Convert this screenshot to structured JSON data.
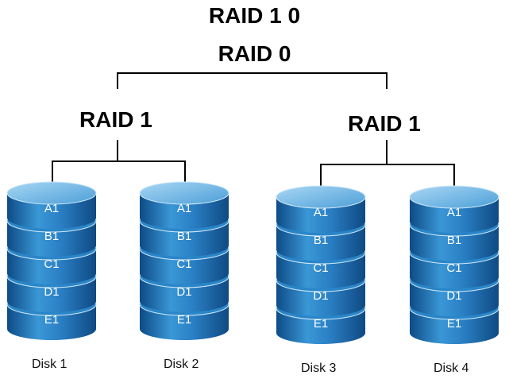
{
  "title": "RAID 1 0",
  "subtitle": "RAID 0",
  "groups": [
    {
      "label": "RAID 1"
    },
    {
      "label": "RAID 1"
    }
  ],
  "disks": [
    {
      "name": "Disk 1",
      "blocks": [
        "A1",
        "B1",
        "C1",
        "D1",
        "E1"
      ]
    },
    {
      "name": "Disk 2",
      "blocks": [
        "A1",
        "B1",
        "C1",
        "D1",
        "E1"
      ]
    },
    {
      "name": "Disk 3",
      "blocks": [
        "A1",
        "B1",
        "C1",
        "D1",
        "E1"
      ]
    },
    {
      "name": "Disk 4",
      "blocks": [
        "A1",
        "B1",
        "C1",
        "D1",
        "E1"
      ]
    }
  ],
  "colors": {
    "disk_top": "#6fb6e6",
    "disk_body": "#2a86c8",
    "disk_dark": "#134f86",
    "connector": "#000000"
  }
}
